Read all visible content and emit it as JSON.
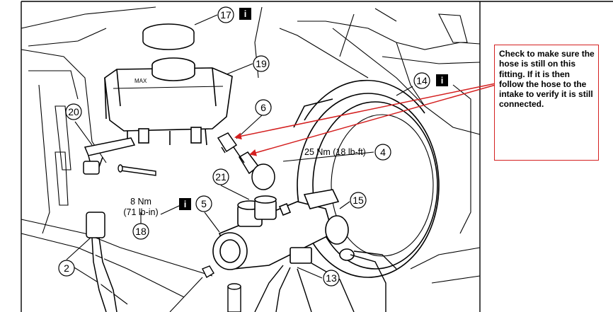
{
  "callouts": [
    {
      "id": "c17",
      "label": "17"
    },
    {
      "id": "c19",
      "label": "19"
    },
    {
      "id": "c6",
      "label": "6"
    },
    {
      "id": "c14",
      "label": "14"
    },
    {
      "id": "c20",
      "label": "20"
    },
    {
      "id": "c4",
      "label": "4"
    },
    {
      "id": "c21",
      "label": "21"
    },
    {
      "id": "c15",
      "label": "15"
    },
    {
      "id": "c5",
      "label": "5"
    },
    {
      "id": "c18",
      "label": "18"
    },
    {
      "id": "c2",
      "label": "2"
    },
    {
      "id": "c13",
      "label": "13"
    }
  ],
  "info_icon_glyph": "i",
  "torque_labels": {
    "booster_nuts": "25 Nm (18 lb-ft)",
    "master_cyl_nm": "8 Nm",
    "master_cyl_lbin": "(71 lb-in)"
  },
  "reservoir_cap_text": "MAX",
  "annotation": {
    "text": "Check to make sure the hose is still on this fitting. If it is then follow the hose to the intake to verify it is still connected.",
    "border_color": "#d42020",
    "arrow_color": "#d42020"
  }
}
